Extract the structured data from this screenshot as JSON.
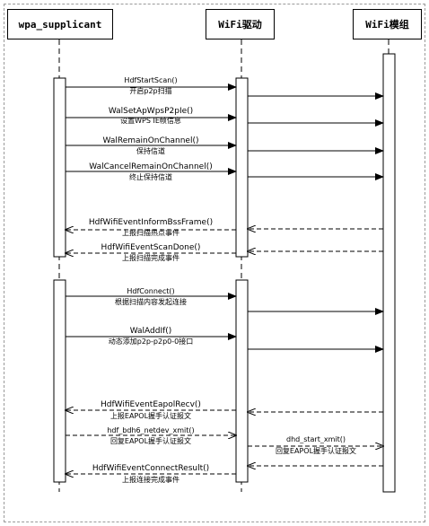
{
  "actors": [
    {
      "name": "wpa_supplicant"
    },
    {
      "name": "WiFi驱动"
    },
    {
      "name": "WiFi模组"
    }
  ],
  "messages": [
    {
      "name": "HdfStartScan()",
      "desc": "开启p2p扫描"
    },
    {
      "name": "WalSetApWpsP2pIe()",
      "desc": "设置WPS IE帧信息"
    },
    {
      "name": "WalRemainOnChannel()",
      "desc": "保持信道"
    },
    {
      "name": "WalCancelRemainOnChannel()",
      "desc": "终止保持信道"
    },
    {
      "name": "HdfWifiEventInformBssFrame()",
      "desc": "上报扫描热点事件"
    },
    {
      "name": "HdfWifiEventScanDone()",
      "desc": "上报扫描完成事件"
    },
    {
      "name": "HdfConnect()",
      "desc": "根据扫描内容发起连接"
    },
    {
      "name": "WalAddIf()",
      "desc": "动态添加p2p-p2p0-0接口"
    },
    {
      "name": "HdfWifiEventEapolRecv()",
      "desc": "上报EAPOL握手认证报文"
    },
    {
      "name": "hdf_bdh6_netdev_xmit()",
      "desc": "回复EAPOL握手认证报文"
    },
    {
      "name": "dhd_start_xmit()",
      "desc": "回复EAPOL握手认证报文"
    },
    {
      "name": "HdfWifiEventConnectResult()",
      "desc": "上报连接完成事件"
    }
  ]
}
